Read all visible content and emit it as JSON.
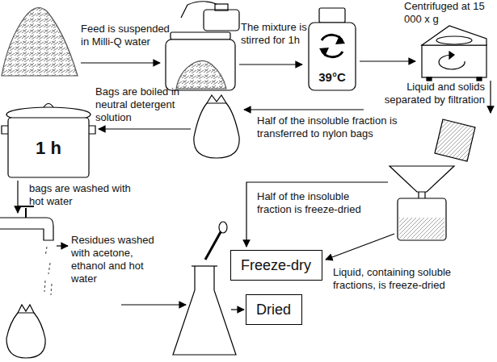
{
  "diagram": {
    "nodes": [
      {
        "text": [
          "Freeze-dry"
        ]
      },
      {
        "text": [
          "Dried"
        ]
      }
    ],
    "labels": [
      "Feed is suspended in Milli-Q water",
      "The mixture is stirred for 1h",
      "39°C",
      "Centrifuged at 15 000 x g",
      "Liquid and solids separated by filtration",
      "Half of the insoluble fraction is transferred to nylon bags",
      "Bags are boiled in neutral detergent solution",
      "1 h",
      "bags are washed with hot water",
      "Half of the insoluble fraction is freeze-dried",
      "Liquid, containing soluble fractions, is freeze-dried",
      "Residues washed with acetone, ethanol and hot water"
    ]
  }
}
